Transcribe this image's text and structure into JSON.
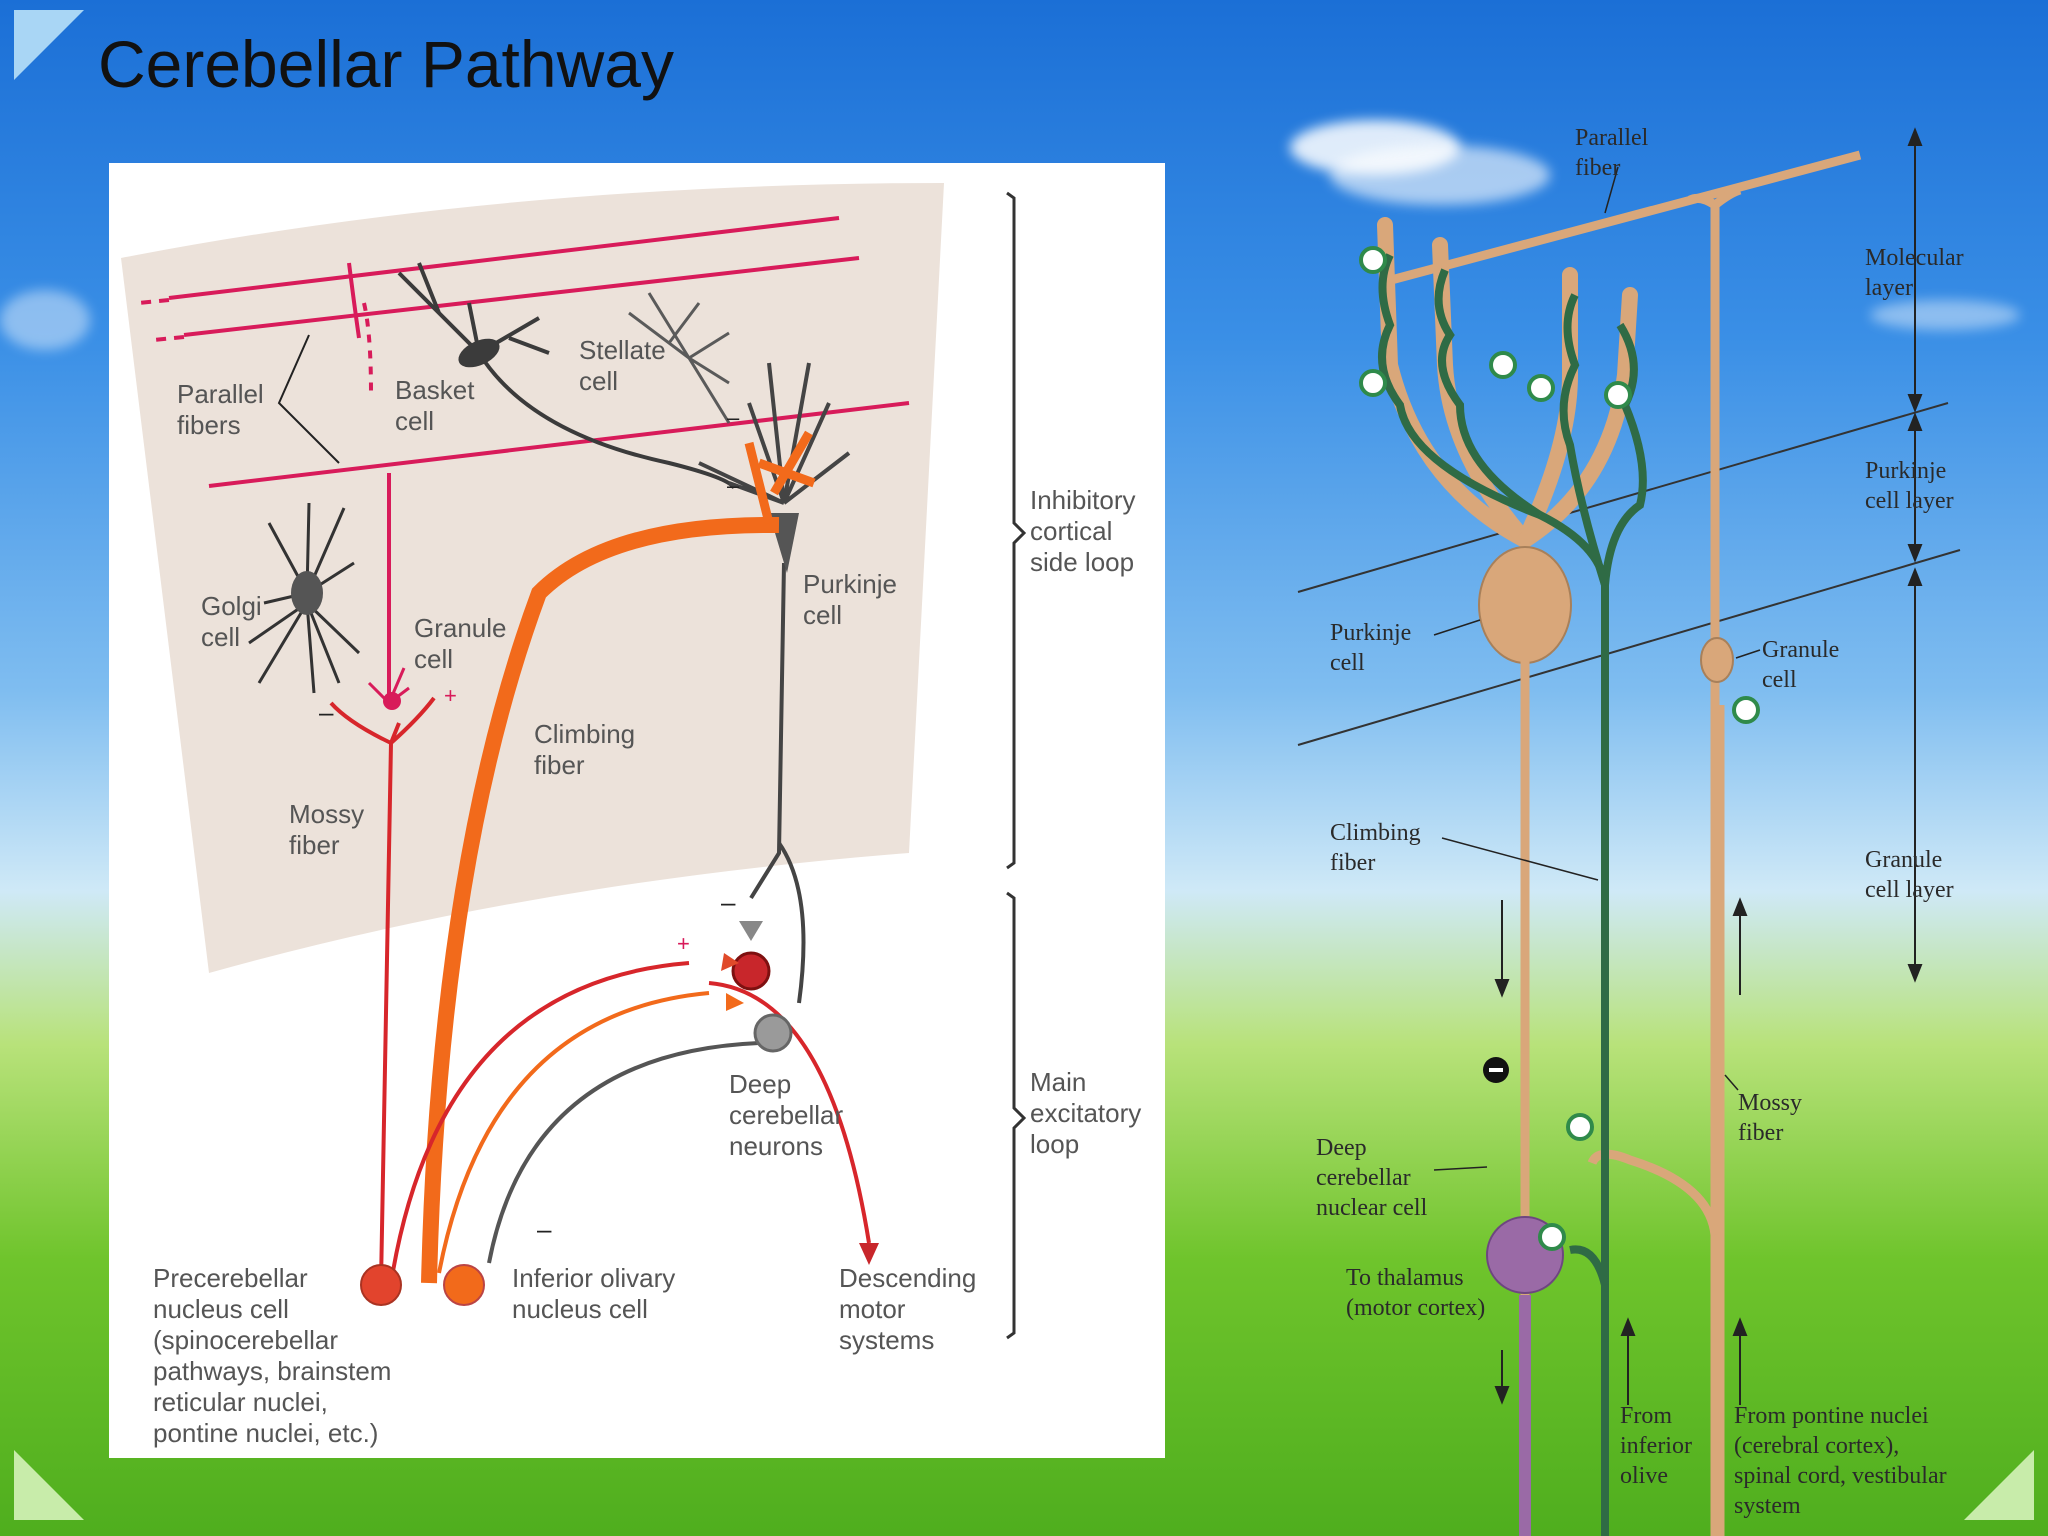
{
  "slide": {
    "title": "Cerebellar Pathway"
  },
  "left_diagram": {
    "labels": {
      "parallel_fibers": [
        "Parallel",
        "fibers"
      ],
      "basket_cell": [
        "Basket",
        "cell"
      ],
      "stellate_cell": [
        "Stellate",
        "cell"
      ],
      "golgi_cell": [
        "Golgi",
        "cell"
      ],
      "granule_cell": [
        "Granule",
        "cell"
      ],
      "purkinje_cell": [
        "Purkinje",
        "cell"
      ],
      "climbing_fiber": [
        "Climbing",
        "fiber"
      ],
      "mossy_fiber": [
        "Mossy",
        "fiber"
      ],
      "deep_cerebellar_neurons": [
        "Deep",
        "cerebellar",
        "neurons"
      ],
      "precerebellar_nucleus": [
        "Precerebellar",
        "nucleus cell",
        "(spinocerebellar",
        "pathways, brainstem",
        "reticular nuclei,",
        "pontine nuclei, etc.)"
      ],
      "inferior_olivary": [
        "Inferior olivary",
        "nucleus cell"
      ],
      "descending_motor": [
        "Descending",
        "motor",
        "systems"
      ],
      "inhibitory_loop": [
        "Inhibitory",
        "cortical",
        "side loop"
      ],
      "excitatory_loop": [
        "Main",
        "excitatory",
        "loop"
      ]
    },
    "signs": {
      "plus": "+",
      "minus": "–"
    },
    "colors": {
      "parallel": "#d81b5a",
      "climbing": "#f26a1b",
      "mossy": "#d7262b",
      "neuron": "#4a4a4a",
      "cortex": "#ece2da"
    }
  },
  "right_diagram": {
    "labels": {
      "parallel_fiber": [
        "Parallel",
        "fiber"
      ],
      "molecular_layer": [
        "Molecular",
        "layer"
      ],
      "purkinje_cell_layer": [
        "Purkinje",
        "cell layer"
      ],
      "purkinje_cell": [
        "Purkinje",
        "cell"
      ],
      "granule_cell": [
        "Granule",
        "cell"
      ],
      "climbing_fiber": [
        "Climbing",
        "fiber"
      ],
      "granule_cell_layer": [
        "Granule",
        "cell layer"
      ],
      "mossy_fiber": [
        "Mossy",
        "fiber"
      ],
      "deep_cerebellar_nuclear_cell": [
        "Deep",
        "cerebellar",
        "nuclear cell"
      ],
      "to_thalamus": [
        "To thalamus",
        "(motor cortex)"
      ],
      "from_inferior_olive": [
        "From",
        "inferior",
        "olive"
      ],
      "from_pontine_nuclei": [
        "From pontine nuclei",
        "(cerebral cortex),",
        "spinal cord, vestibular",
        "system"
      ]
    },
    "colors": {
      "tan": "#d9a77a",
      "green": "#2f6b45",
      "purple": "#9a6aa6",
      "plus_ring": "#2f8a4a"
    }
  }
}
